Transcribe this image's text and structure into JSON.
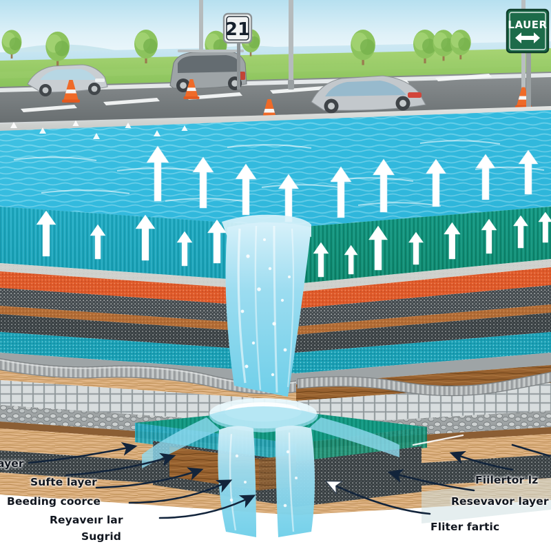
{
  "illustration": {
    "title": "Permeable pavement cross-section with infiltrating stormwater",
    "type": "technical-cutaway-diagram"
  },
  "scene": {
    "sky": {
      "top_color": "#bfe4f2",
      "horizon_color": "#eaf6fb"
    },
    "water_body": {
      "name": "lake",
      "color": "#b9dff0"
    },
    "grass": {
      "color": "#8fc861"
    },
    "road": {
      "asphalt_color": "#6f7577",
      "lane_marking_color": "#f4f7f8"
    },
    "curb": {
      "color": "#cfd2d0"
    },
    "trees_count": 9,
    "vehicles": [
      {
        "name": "silver-sedan-left",
        "color": "#c8ccd0"
      },
      {
        "name": "grey-suv-center",
        "color": "#9aa0a3"
      },
      {
        "name": "silver-sedan-right",
        "color": "#c2c7cb"
      }
    ],
    "traffic_cones": 4,
    "cone_color": "#ef6a28",
    "lamp_posts": 3
  },
  "signs": {
    "speed_limit": {
      "name": "speed-limit-sign",
      "value": "21",
      "plate_color": "#f2f4f4",
      "text_color": "#16202c"
    },
    "direction": {
      "name": "direction-sign",
      "text": "LAUER",
      "arrow": "double-headed-horizontal",
      "plate_color": "#1d6b4a",
      "text_color": "#ffffff"
    }
  },
  "surface_water": {
    "name": "ponded-stormwater",
    "top_color": "#46c4e6",
    "deep_color": "#16a3c4",
    "front_face_color": "#179a9a",
    "side_face_color": "#12876e",
    "infiltration_arrow_color": "#ffffff",
    "arrow_count_front": 14,
    "arrow_count_side": 12,
    "arrow_count_surface": 9,
    "arrow_direction": "up"
  },
  "waterfall": {
    "name": "infiltration-waterfall",
    "color_light": "#c9ecf7",
    "color_mid": "#7fd3ea",
    "splash_color": "#ffffff",
    "droplets": true
  },
  "layers": [
    {
      "id": 1,
      "name": "surface-course",
      "color": "#c8c9c5",
      "texture": "smooth-concrete-edge"
    },
    {
      "id": 2,
      "name": "porous-asphalt-red",
      "color": "#e2592a",
      "texture": "coarse-aggregate"
    },
    {
      "id": 3,
      "name": "bedding-course-dark",
      "color": "#4c5358",
      "texture": "speckled-aggregate"
    },
    {
      "id": 4,
      "name": "choker-course-brown",
      "color": "#b06a36",
      "texture": "fine-aggregate"
    },
    {
      "id": 5,
      "name": "dark-base-aggregate",
      "color": "#3f4749",
      "texture": "speckled-aggregate"
    },
    {
      "id": 6,
      "name": "reservoir-layer-teal",
      "color": "#169cb0",
      "texture": "open-graded-stone"
    },
    {
      "id": 7,
      "name": "perforated-drain-pipe",
      "color": "#b9bcbc",
      "texture": "corrugated-pipe"
    },
    {
      "id": 8,
      "name": "timber-edge-light",
      "color": "#dbb183",
      "texture": "wood-grain"
    },
    {
      "id": 9,
      "name": "geogrid-subbase",
      "color": "#c7cdd0",
      "texture": "grid-mesh"
    },
    {
      "id": 10,
      "name": "cobble-stone-course",
      "color": "#b8bbbb",
      "texture": "rounded-cobble"
    },
    {
      "id": 11,
      "name": "soil-band",
      "color": "#8b5e34",
      "texture": "soil"
    },
    {
      "id": 12,
      "name": "timber-edge-lower",
      "color": "#dcb184",
      "texture": "wood-grain"
    },
    {
      "id": 13,
      "name": "filter-fabric-dark",
      "color": "#3c4346",
      "texture": "speckled-geotextile"
    },
    {
      "id": 14,
      "name": "subgrade-timber",
      "color": "#8c5b31",
      "texture": "wood-grain"
    },
    {
      "id": 15,
      "name": "native-subgrade",
      "color": "#545b5e",
      "texture": "speckled"
    }
  ],
  "callouts": {
    "left": [
      {
        "name": "callout-layer-cut",
        "text": "ayer",
        "clipped": true
      },
      {
        "name": "callout-surface-layer",
        "text": "Sufte layer"
      },
      {
        "name": "callout-bedding-course",
        "text": "Beeding coorce"
      },
      {
        "name": "callout-reservoir-layer",
        "text": "Reyaveır lar"
      },
      {
        "name": "callout-subgrid",
        "text": "Sugrid"
      }
    ],
    "right": [
      {
        "name": "callout-filter-layer",
        "text": "Fiilertor lz",
        "clipped": true
      },
      {
        "name": "callout-reservoir-layer-right",
        "text": "Resevavor layer"
      },
      {
        "name": "callout-filter-fabric",
        "text": "Fliter fartic"
      }
    ],
    "leader_line_color": "#12243b"
  }
}
